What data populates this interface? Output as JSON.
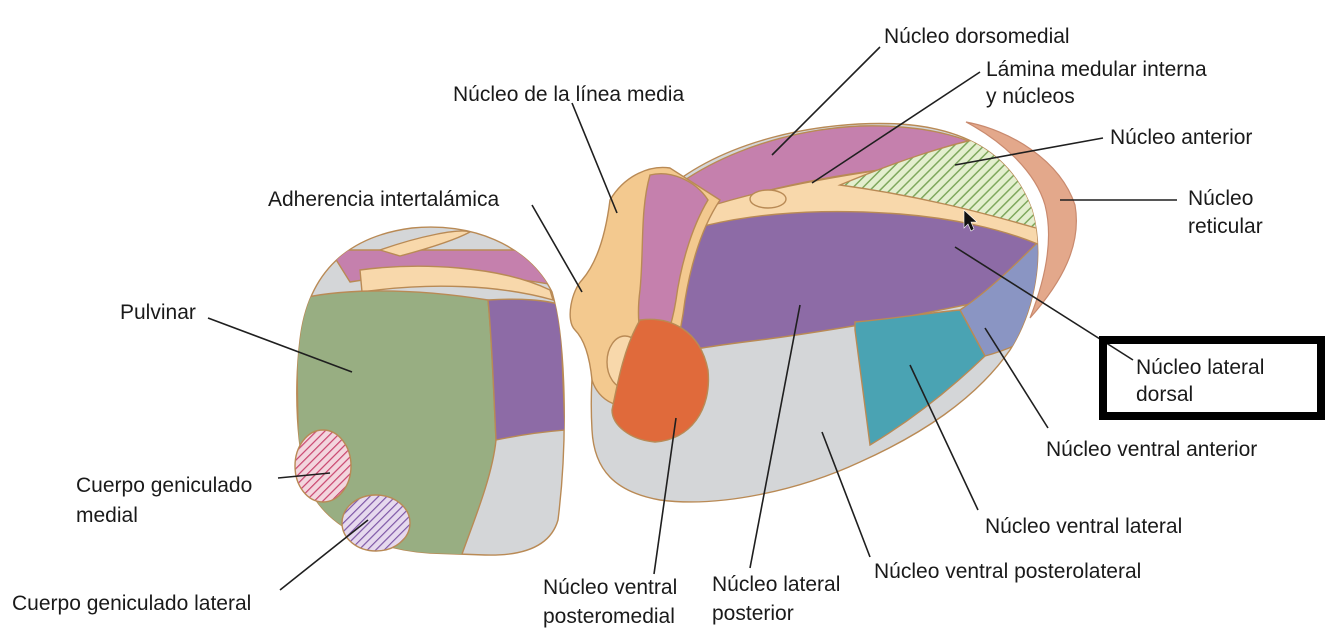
{
  "diagram": {
    "colors": {
      "pulvinar": "#98ae82",
      "dorsomedial": "#c580ad",
      "lateral": "#8d6ba6",
      "ventral_anterior": "#8a95c3",
      "ventral_lateral": "#4aa3b3",
      "posterior": "#d4d6d8",
      "ventral_posteromedial": "#e06a3b",
      "reticular": "#e3a88b",
      "lamina": "#f8d8ab",
      "anterior_hatch": "#7fa85d",
      "geniculate_hatch": "#c9456e",
      "highlight_box": "#000000"
    },
    "labels": {
      "dorsomedial": "Núcleo dorsomedial",
      "lamina_1": "Lámina medular interna",
      "lamina_2": "y núcleos",
      "linea_media": "Núcleo de la línea media",
      "anterior": "Núcleo anterior",
      "reticular_1": "Núcleo",
      "reticular_2": "reticular",
      "adherencia": "Adherencia intertalámica",
      "pulvinar": "Pulvinar",
      "lateral_dorsal_1": "Núcleo lateral",
      "lateral_dorsal_2": "dorsal",
      "ventral_anterior": "Núcleo ventral anterior",
      "geniculado_medial_1": "Cuerpo geniculado",
      "geniculado_medial_2": "medial",
      "ventral_lateral": "Núcleo ventral lateral",
      "ventral_posterolateral": "Núcleo ventral posterolateral",
      "ventral_posteromedial_1": "Núcleo ventral",
      "ventral_posteromedial_2": "posteromedial",
      "lateral_posterior_1": "Núcleo lateral",
      "lateral_posterior_2": "posterior",
      "geniculado_lateral": "Cuerpo geniculado lateral"
    }
  }
}
